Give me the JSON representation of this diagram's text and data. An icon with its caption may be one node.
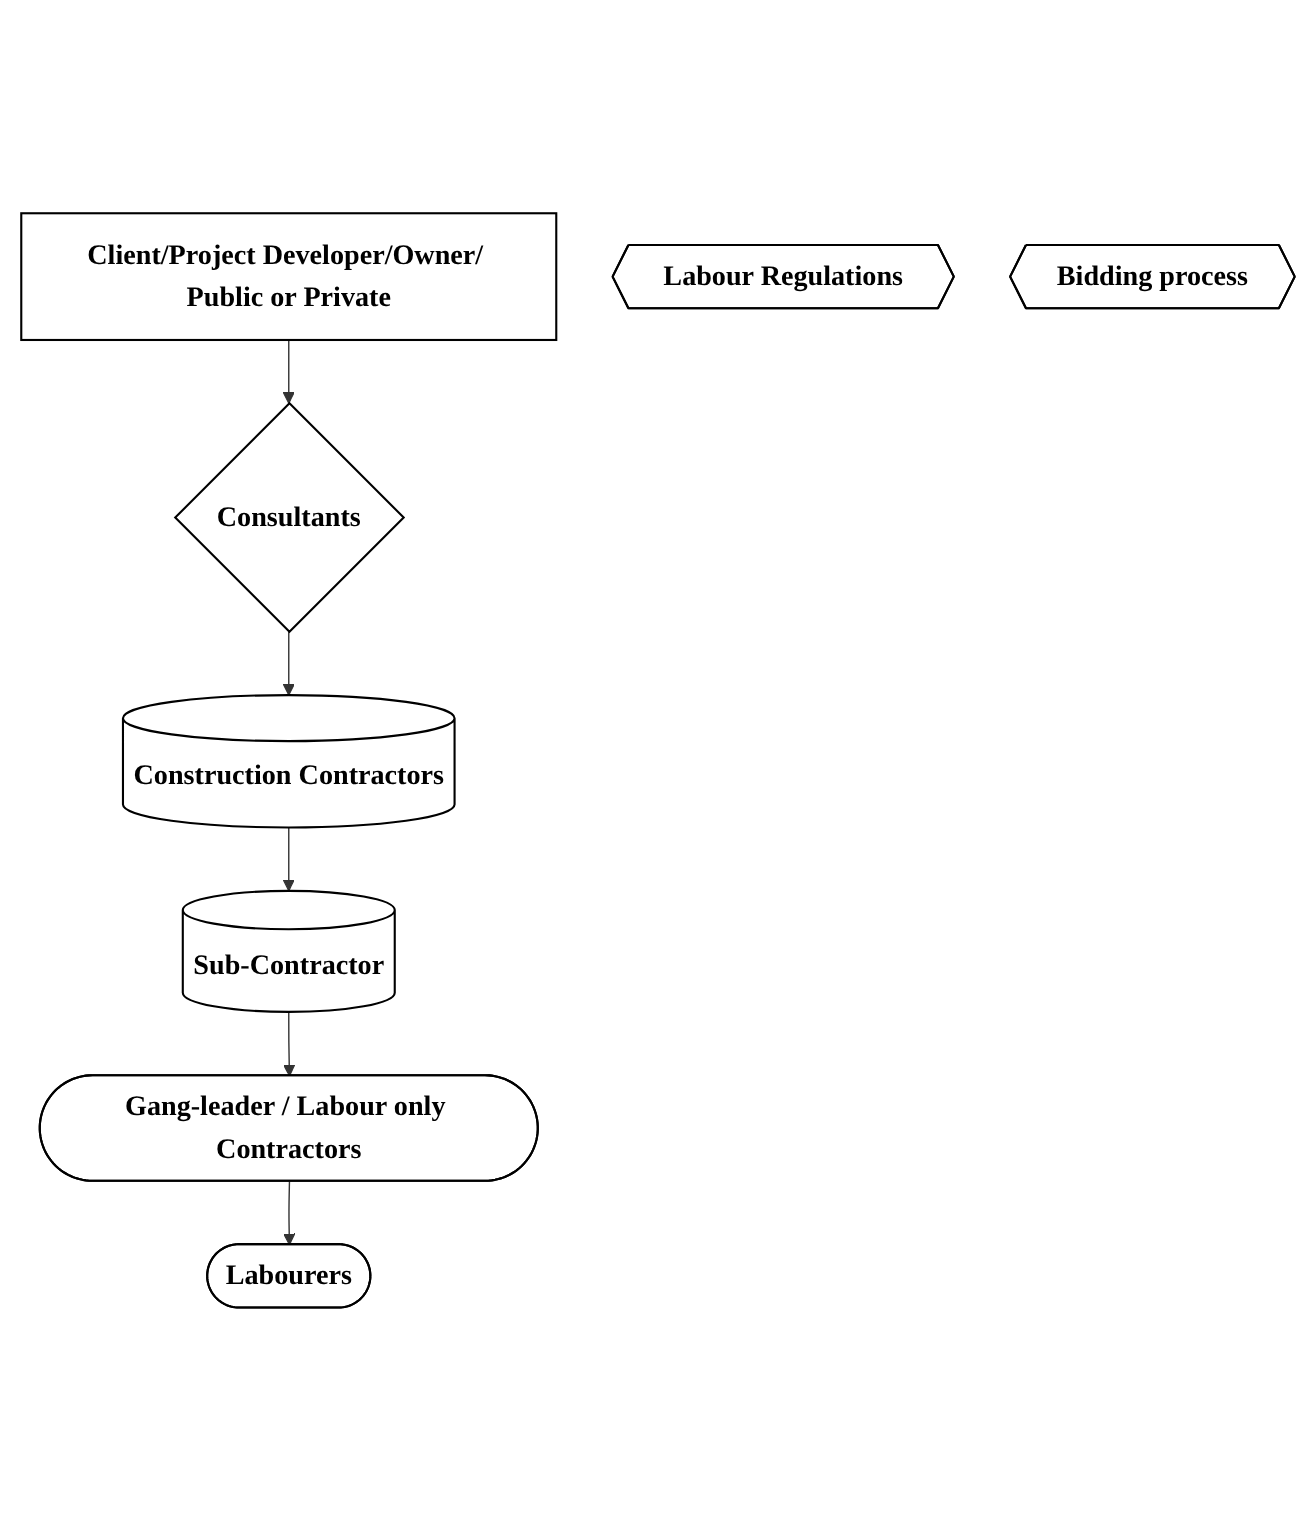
{
  "diagram": {
    "nodes": [
      {
        "text": [
          "Client/Project Developer/Owner/ Public or Private"
        ]
      },
      {
        "text": [
          "Consultants"
        ]
      },
      {
        "text": [
          "Construction Contractors"
        ]
      },
      {
        "text": [
          "Sub-Contractor"
        ]
      },
      {
        "text": [
          "Gang-leader / Labour only Contractors"
        ]
      },
      {
        "text": [
          "Labourers"
        ]
      },
      {
        "text": [
          "Labour Regulations"
        ]
      },
      {
        "text": [
          "Bidding process"
        ]
      }
    ],
    "edges": [
      {
        "from": 0,
        "to": 1,
        "arrow": "to"
      },
      {
        "from": 1,
        "to": 2,
        "arrow": "to"
      },
      {
        "from": 2,
        "to": 3,
        "arrow": "to"
      },
      {
        "from": 3,
        "to": 4,
        "arrow": "to"
      },
      {
        "from": 4,
        "to": 5,
        "arrow": "to"
      }
    ]
  }
}
